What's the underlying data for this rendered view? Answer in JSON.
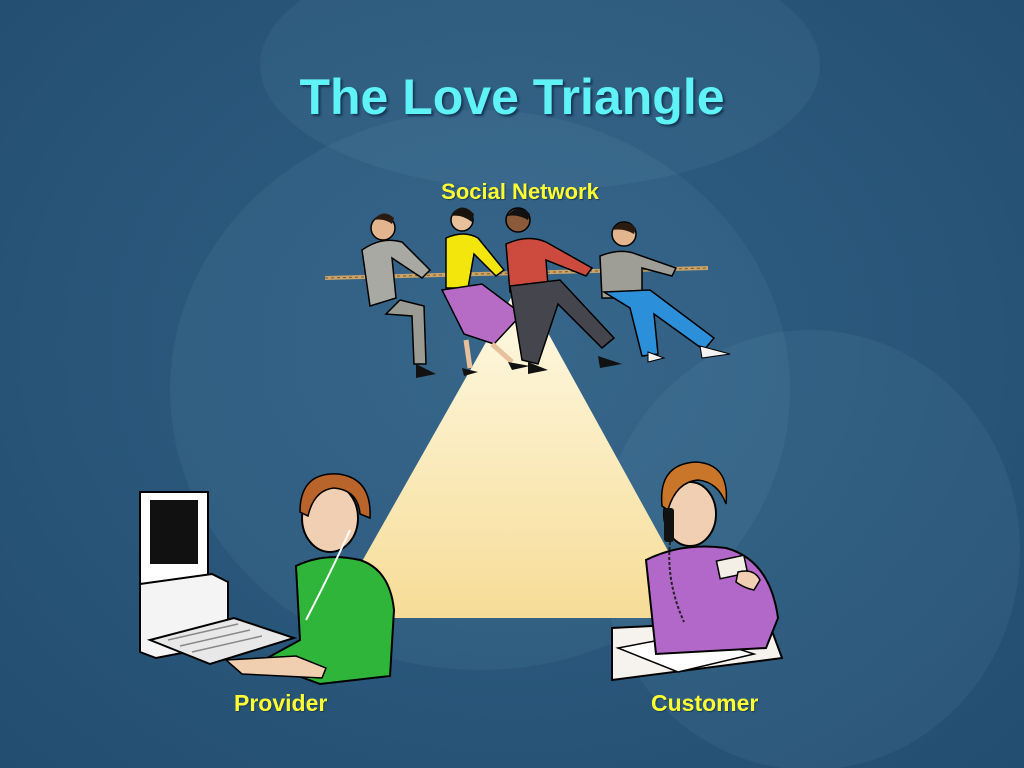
{
  "slide": {
    "title": "The Love Triangle",
    "labels": {
      "top": "Social Network",
      "left": "Provider",
      "right": "Customer"
    },
    "colors": {
      "title": "#5ff2f6",
      "labels": "#ffff33",
      "background": "#2a587c",
      "triangle_light": "#fffbe8",
      "triangle_dark": "#f6dc96"
    },
    "icons": [
      "tug-of-war-group-illustration",
      "woman-at-computer-illustration",
      "woman-on-phone-illustration"
    ]
  }
}
